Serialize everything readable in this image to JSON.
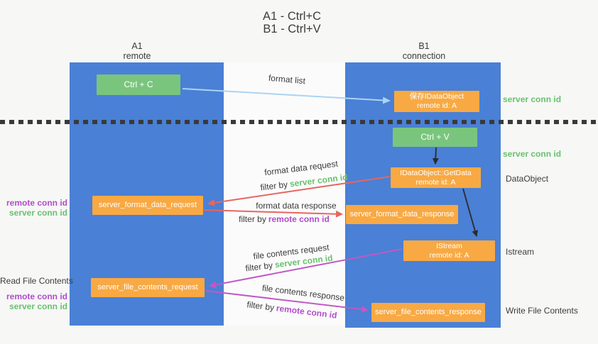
{
  "title": {
    "line1": "A1 - Ctrl+C",
    "line2": "B1 - Ctrl+V"
  },
  "columns": {
    "a": {
      "id": "A1",
      "subtitle": "remote"
    },
    "b": {
      "id": "B1",
      "subtitle": "connection"
    }
  },
  "boxes": {
    "ctrl_c": {
      "label": "Ctrl + C"
    },
    "save_idataobject": {
      "line1": "保存IDataObject",
      "line2": "remote id: A"
    },
    "ctrl_v": {
      "label": "Ctrl + V"
    },
    "getdata": {
      "line1": "IDataObject::GetData",
      "line2": "remote id: A"
    },
    "format_request": {
      "label": "server_format_data_request"
    },
    "format_response": {
      "label": "server_format_data_response"
    },
    "istream": {
      "line1": "IStream",
      "line2": "remote id: A"
    },
    "file_request": {
      "label": "server_file_contents_request"
    },
    "file_response": {
      "label": "server_file_contents_response"
    }
  },
  "flow_labels": {
    "format_list": "format list",
    "format_data_request": "format data request",
    "format_data_response": "format data response",
    "file_contents_request": "file contents request",
    "file_contents_response": "file contents response",
    "filter_by": "filter by",
    "server_conn_id": "server conn id",
    "remote_conn_id": "remote conn id"
  },
  "left_labels": {
    "remote_conn_id": "remote conn id",
    "server_conn_id": "server conn id",
    "read_file_contents": "Read File Contents"
  },
  "right_labels": {
    "server_conn_id_top": "server conn id",
    "server_conn_id_mid": "server conn id",
    "dataobject": "DataObject",
    "istream": "Istream",
    "write_file_contents": "Write File Contents"
  },
  "colors": {
    "column_blue": "#4a80d5",
    "box_green": "#7ac57e",
    "box_orange": "#f8a943",
    "text_dark": "#3c3c3c",
    "conn_id_green": "#68c16e",
    "conn_id_purple": "#b14ccd",
    "arrow_red": "#e8665e",
    "arrow_magenta": "#c159c5",
    "arrow_lightblue": "#aad4f2",
    "arrow_black": "#2b2b2b",
    "divider_dark": "#3a3a3a"
  }
}
